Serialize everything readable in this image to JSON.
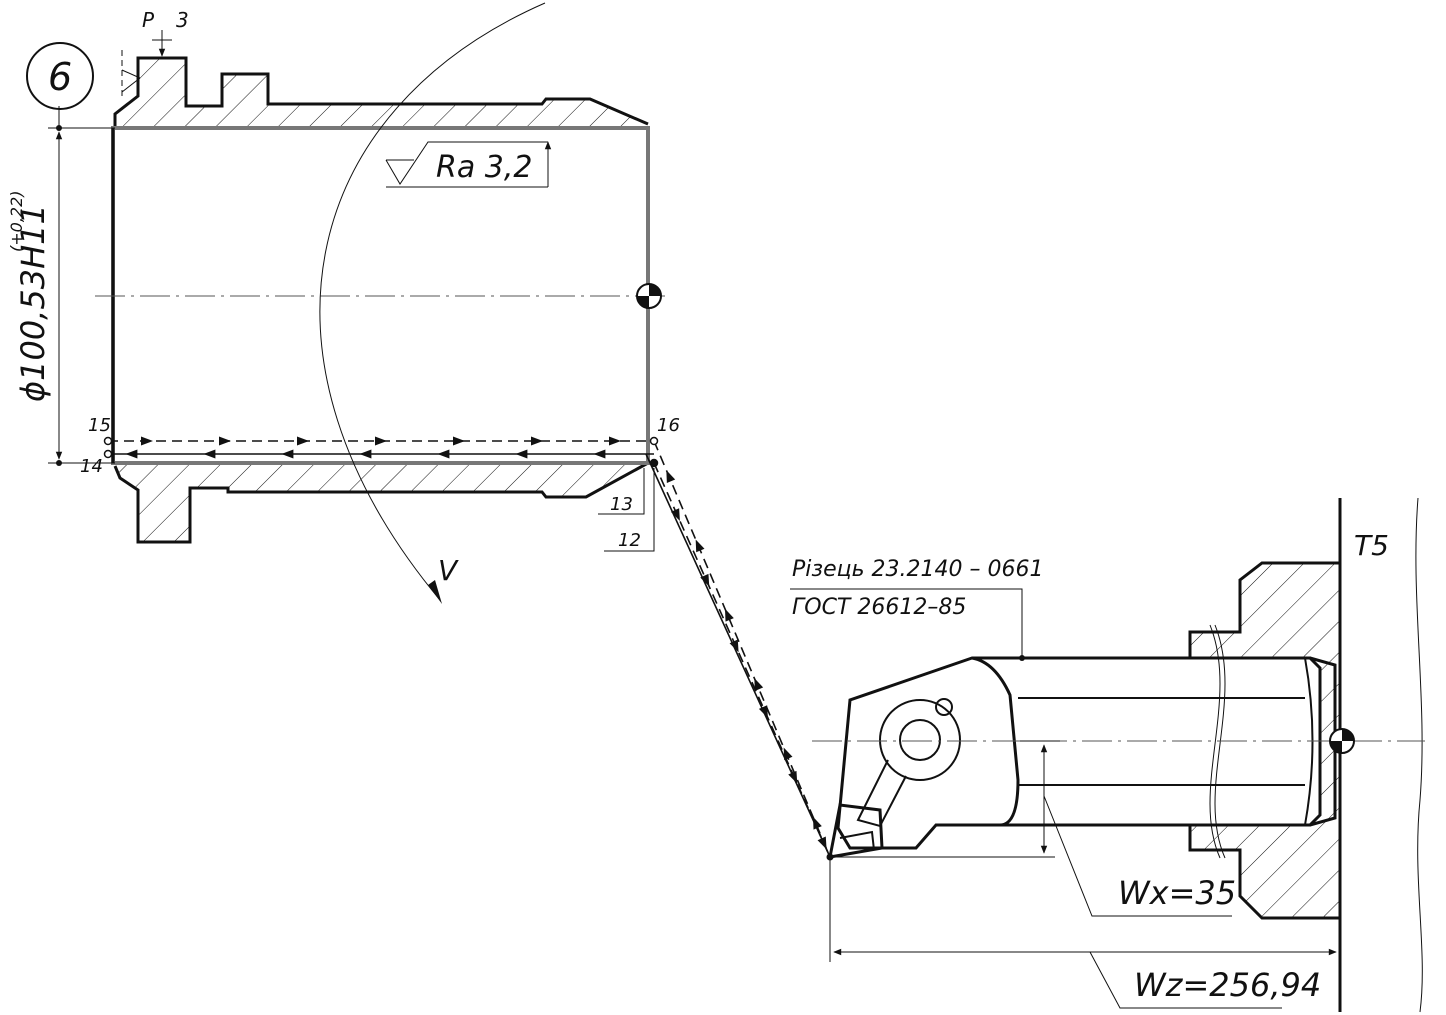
{
  "station_number": "6",
  "surface_mark": {
    "letter": "P",
    "number": "3"
  },
  "diameter": {
    "symbol": "ϕ",
    "nominal": "100,53H11",
    "tolerance": "(+0,22)"
  },
  "roughness": "Ra 3,2",
  "points": {
    "p12": "12",
    "p13": "13",
    "p14": "14",
    "p15": "15",
    "p16": "16"
  },
  "velocity": "V",
  "tool": {
    "name": "Різець 23.2140 – 0661",
    "standard": "ГОСТ 26612–85"
  },
  "turret": "T5",
  "wx": "Wx=35",
  "wz": "Wz=256,94"
}
